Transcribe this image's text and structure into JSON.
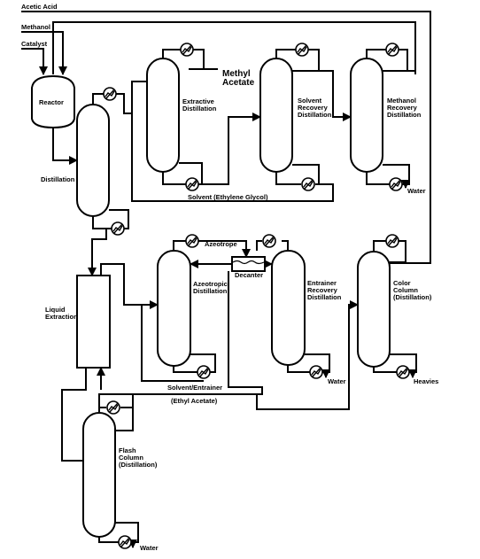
{
  "streams": {
    "acetic_acid": "Acetic Acid",
    "methanol": "Methanol",
    "catalyst": "Catalyst"
  },
  "units": {
    "reactor": "Reactor",
    "distillation": "Distillation",
    "extractive": "Extractive\nDistillation",
    "solvent_recovery": "Solvent\nRecovery\nDistillation",
    "methanol_recovery": "Methanol\nRecovery\nDistillation",
    "liquid_extraction": "Liquid\nExtraction",
    "azeotropic": "Azeotropic\nDistillation",
    "decanter": "Decanter",
    "entrainer_recovery": "Entrainer\nRecovery\nDistillation",
    "color_column": "Color\nColumn\n(Distillation)",
    "flash_column": "Flash\nColumn\n(Distillation)"
  },
  "products": {
    "methyl_acetate": "Methyl\nAcetate",
    "water_methanol": "Water",
    "water_entrainer": "Water",
    "water_flash": "Water",
    "heavies": "Heavies",
    "azeotrope": "Azeotrope",
    "solvent": "Solvent (Ethylene Glycol)",
    "solvent_entrainer": "Solvent/Entrainer",
    "ethyl_acetate": "(Ethyl Acetate)"
  }
}
